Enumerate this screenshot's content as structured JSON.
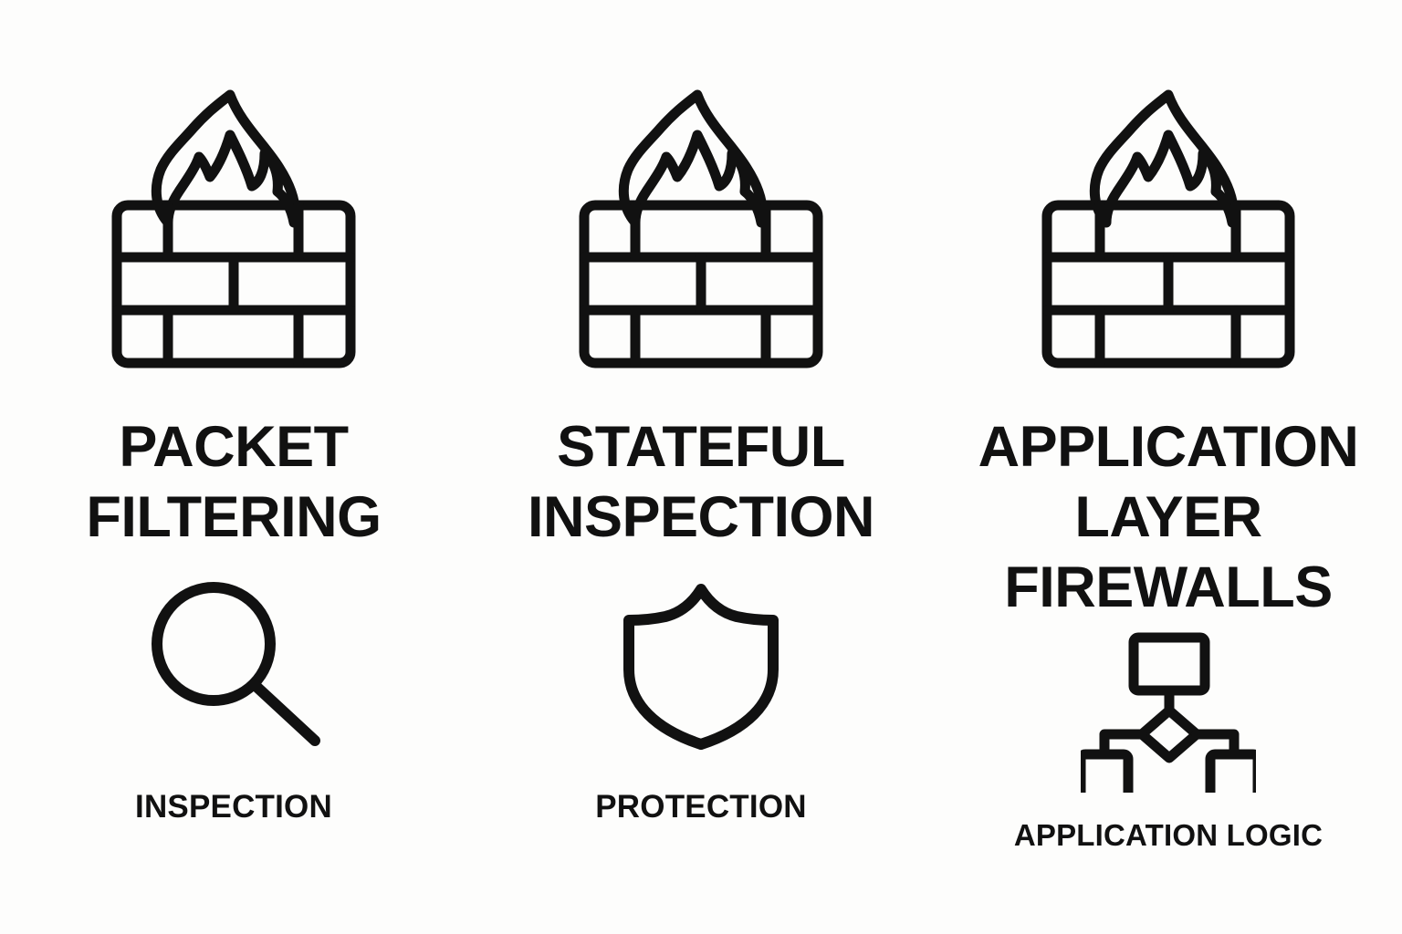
{
  "page": {
    "kind": "infographic",
    "background_color": "#fdfdfc",
    "ink_color": "#111111",
    "column_count": 3
  },
  "columns": [
    {
      "id": "packet-filtering",
      "top_icon": "firewall-brick-wall-flame-icon",
      "title": "PACKET\nFILTERING",
      "title_lines": [
        "PACKET",
        "FILTERING"
      ],
      "sub_icon": "magnifying-glass-icon",
      "caption": "INSPECTION"
    },
    {
      "id": "stateful-inspection",
      "top_icon": "firewall-brick-wall-flame-icon",
      "title": "STATEFUL\nINSPECTION",
      "title_lines": [
        "STATEFUL",
        "INSPECTION"
      ],
      "sub_icon": "shield-icon",
      "caption": "PROTECTION"
    },
    {
      "id": "application-layer-firewalls",
      "top_icon": "firewall-brick-wall-flame-icon",
      "title": "APPLICATION\nLAYER\nFIREWALLS",
      "title_lines": [
        "APPLICATION",
        "LAYER",
        "FIREWALLS"
      ],
      "sub_icon": "flowchart-hierarchy-icon",
      "caption": "APPLICATION LOGIC"
    }
  ]
}
